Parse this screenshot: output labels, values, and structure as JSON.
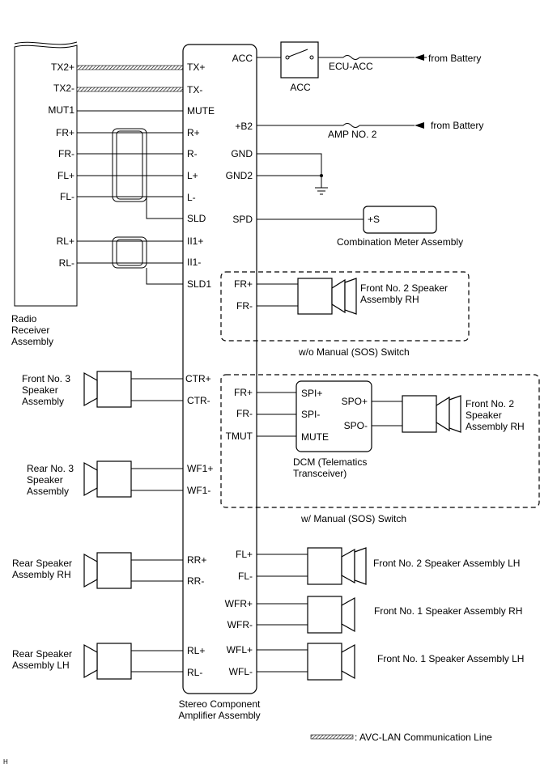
{
  "radio": {
    "label": [
      "Radio",
      "Receiver",
      "Assembly"
    ],
    "pins": [
      "TX2+",
      "TX2-",
      "MUT1",
      "FR+",
      "FR-",
      "FL+",
      "FL-",
      "RL+",
      "RL-"
    ]
  },
  "amplifier": {
    "label": [
      "Stereo Component",
      "Amplifier Assembly"
    ],
    "left_pins": [
      "TX+",
      "TX-",
      "MUTE",
      "R+",
      "R-",
      "L+",
      "L-",
      "SLD",
      "II1+",
      "II1-",
      "SLD1",
      "CTR+",
      "CTR-",
      "WF1+",
      "WF1-",
      "RR+",
      "RR-",
      "RL+",
      "RL-"
    ],
    "right_pins": [
      "ACC",
      "+B2",
      "GND",
      "GND2",
      "SPD",
      "FR+",
      "FR-",
      "FR+",
      "FR-",
      "TMUT",
      "FL+",
      "FL-",
      "WFR+",
      "WFR-",
      "WFL+",
      "WFL-"
    ]
  },
  "acc_relay": {
    "label": "ACC"
  },
  "fuses": {
    "ecu_acc": "ECU-ACC",
    "amp_no2": "AMP NO. 2"
  },
  "battery": {
    "top": "from Battery",
    "mid": "from Battery"
  },
  "meter": {
    "pin": "+S",
    "label": "Combination Meter Assembly"
  },
  "dcm": {
    "pins_left": [
      "SPI+",
      "SPI-",
      "MUTE"
    ],
    "pins_right": [
      "SPO+",
      "SPO-"
    ],
    "label": [
      "DCM (Telematics",
      "Transceiver)"
    ]
  },
  "groups": {
    "wo_manual": "w/o Manual (SOS) Switch",
    "w_manual": "w/ Manual (SOS) Switch"
  },
  "speakers": {
    "front_no2_rh_a": [
      "Front No. 2 Speaker",
      "Assembly RH"
    ],
    "front_no2_rh_b": [
      "Front No. 2",
      "Speaker",
      "Assembly RH"
    ],
    "front_no3": [
      "Front No. 3",
      "Speaker",
      "Assembly"
    ],
    "rear_no3": [
      "Rear No. 3",
      "Speaker",
      "Assembly"
    ],
    "rear_rh": [
      "Rear Speaker",
      "Assembly RH"
    ],
    "rear_lh": [
      "Rear Speaker",
      "Assembly LH"
    ],
    "front_no2_lh": "Front No. 2 Speaker Assembly LH",
    "front_no1_rh": "Front No. 1 Speaker Assembly RH",
    "front_no1_lh": "Front No. 1 Speaker Assembly LH"
  },
  "legend": {
    "text": ": AVC-LAN Communication Line"
  },
  "corner_mark": "H"
}
